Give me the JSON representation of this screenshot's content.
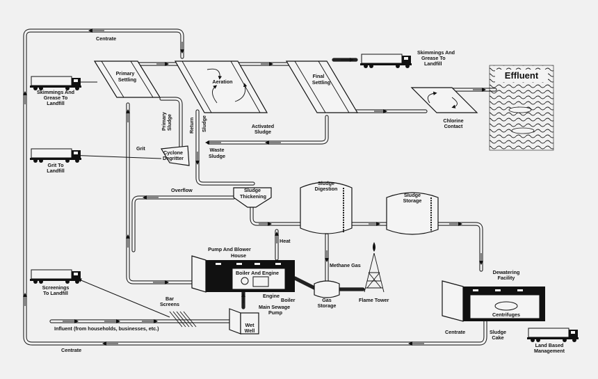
{
  "labels": {
    "centrate_top": "Centrate",
    "centrate_bottom_left": "Centrate",
    "centrate_bottom_right": "Centrate",
    "primary_settling": [
      "Primary",
      "Settling"
    ],
    "aeration": "Aeration",
    "final_settling": [
      "Final",
      "Settling"
    ],
    "skimmings_right": [
      "Skimmings And",
      "Grease To",
      "Landfill"
    ],
    "skimmings_left": [
      "Skimmings And",
      "Grease To",
      "Landfill"
    ],
    "effluent": "Effluent",
    "chlorine_contact": [
      "Chlorine",
      "Contact"
    ],
    "primary_sludge": [
      "Primary",
      "Sludge"
    ],
    "return_sludge": [
      "Return",
      "Sludge"
    ],
    "activated_sludge": [
      "Activated",
      "Sludge"
    ],
    "waste_sludge": [
      "Waste",
      "Sludge"
    ],
    "grit": "Grit",
    "cyclone_degritter": [
      "Cyclone",
      "Degritter"
    ],
    "grit_to_landfill": [
      "Grit To",
      "Landfill"
    ],
    "overflow": "Overflow",
    "sludge_thickening": [
      "Sludge",
      "Thickening"
    ],
    "sludge_digestion": [
      "Sludge",
      "Digestion"
    ],
    "sludge_storage": [
      "Sludge",
      "Storage"
    ],
    "heat": "Heat",
    "pump_blower_house": [
      "Pump And Blower",
      "House"
    ],
    "boiler_engine": "Boiler And Engine",
    "engine": "Engine",
    "boiler": "Boiler",
    "main_sewage_pump": [
      "Main Sewage",
      "Pump"
    ],
    "methane_gas": "Methane Gas",
    "gas_storage": [
      "Gas",
      "Storage"
    ],
    "flame_tower": "Flame Tower",
    "dewatering_facility": [
      "Dewatering",
      "Facility"
    ],
    "centrifuges": "Centrifuges",
    "sludge_cake": [
      "Sludge",
      "Cake"
    ],
    "land_based_management": [
      "Land Based",
      "Management"
    ],
    "screenings": [
      "Screenings",
      "To Landfill"
    ],
    "bar_screens": [
      "Bar",
      "Screens"
    ],
    "influent": "Influent (from households, businesses, etc.)",
    "wet_well": [
      "Wet",
      "Well"
    ]
  },
  "colors": {
    "line": "#111111",
    "background": "#f1f1f1"
  },
  "icons": [
    "truck-icon",
    "flame-tower-icon",
    "centrifuge-icon"
  ]
}
